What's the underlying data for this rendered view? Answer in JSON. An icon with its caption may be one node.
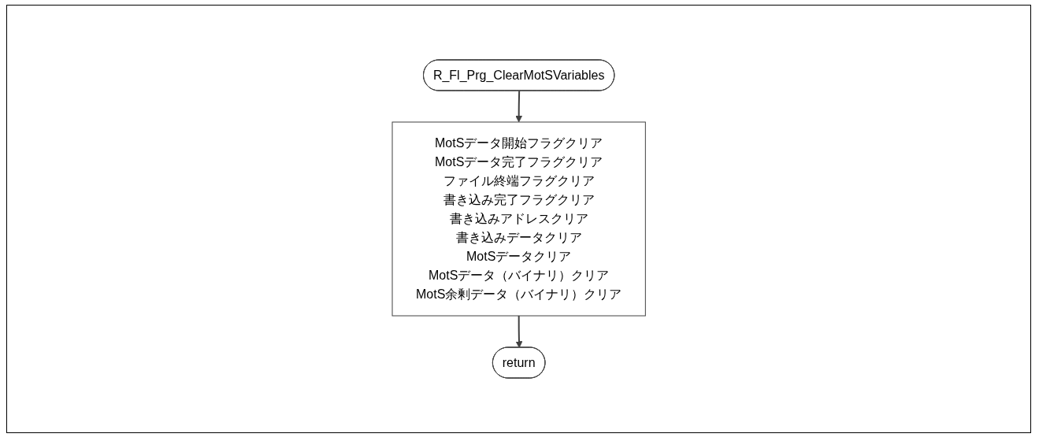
{
  "diagram": {
    "nodes": [
      {
        "text": [
          "R_Fl_Prg_ClearMotSVariables"
        ]
      },
      {
        "text": [
          "MotSデータ開始フラグクリア",
          "MotSデータ完了フラグクリア",
          "ファイル終端フラグクリア",
          "書き込み完了フラグクリア",
          "書き込みアドレスクリア",
          "書き込みデータクリア",
          "MotSデータクリア",
          "MotSデータ（バイナリ）クリア",
          "MotS余剰データ（バイナリ）クリア"
        ]
      },
      {
        "text": [
          "return"
        ]
      }
    ],
    "edges": [
      {
        "from": 0,
        "to": 1,
        "arrow": "to"
      },
      {
        "from": 1,
        "to": 2,
        "arrow": "to"
      }
    ]
  }
}
